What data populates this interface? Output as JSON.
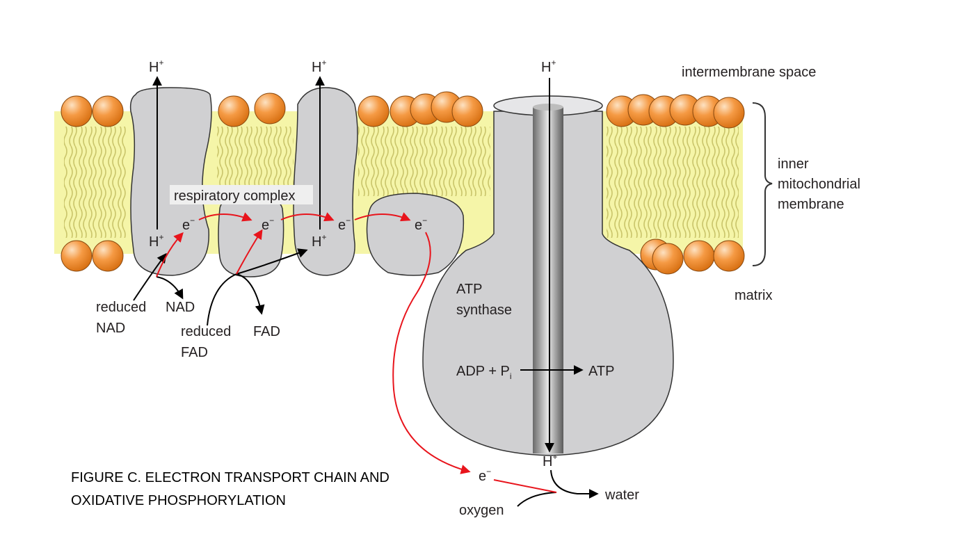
{
  "figure": {
    "caption_line1": "FIGURE C. ELECTRON TRANSPORT CHAIN AND",
    "caption_line2": "OXIDATIVE PHOSPHORYLATION"
  },
  "regions": {
    "intermembrane": "intermembrane space",
    "membrane_line1": "inner",
    "membrane_line2": "mitochondrial",
    "membrane_line3": "membrane",
    "matrix": "matrix"
  },
  "labels": {
    "respiratory_complex": "respiratory complex",
    "atp_synthase_line1": "ATP",
    "atp_synthase_line2": "synthase",
    "reduced": "reduced",
    "nad": "NAD",
    "fad": "FAD",
    "adp": "ADP + P",
    "adp_sub": "i",
    "atp": "ATP",
    "oxygen": "oxygen",
    "water": "water",
    "h": "H",
    "plus": "+",
    "e": "e",
    "minus": "−"
  },
  "colors": {
    "membrane": "#f5f5a8",
    "protein": "#d0d0d2",
    "protein_stroke": "#333333",
    "lipid_head": "#f08c2e",
    "electron_arrow": "#e8141c",
    "proton_arrow": "#000000"
  }
}
